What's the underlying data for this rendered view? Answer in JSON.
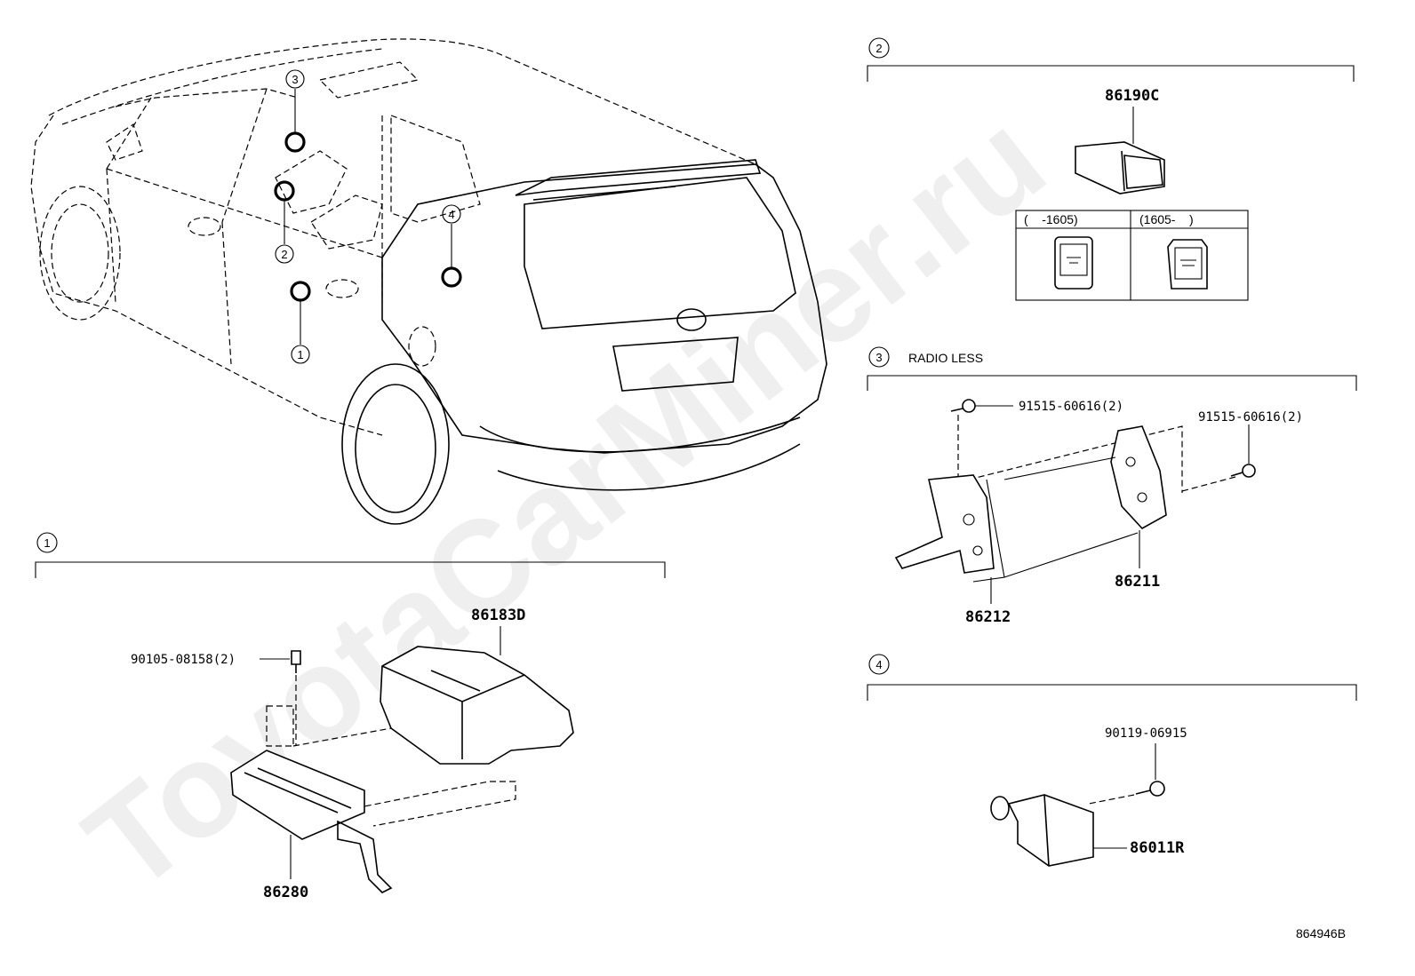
{
  "diagram_id": "864946B",
  "watermark": "ToyotaCarMiner.ru",
  "callout_numbers": {
    "one": "1",
    "two": "2",
    "three": "3",
    "four": "4"
  },
  "section_1": {
    "number": "1",
    "parts": {
      "amp_cover": "86183D",
      "bolt": "90105-08158(2)",
      "amplifier": "86280"
    }
  },
  "section_2": {
    "number": "2",
    "parts": {
      "usb_socket": "86190C"
    },
    "variants": {
      "left": "(    -1605)",
      "right": "(1605-    )"
    }
  },
  "section_3": {
    "number": "3",
    "title": "RADIO LESS",
    "parts": {
      "screw_left": "91515-60616(2)",
      "screw_right": "91515-60616(2)",
      "bracket_right": "86211",
      "bracket_left": "86212"
    }
  },
  "section_4": {
    "number": "4",
    "parts": {
      "bolt": "90119-06915",
      "module": "86011R"
    }
  }
}
